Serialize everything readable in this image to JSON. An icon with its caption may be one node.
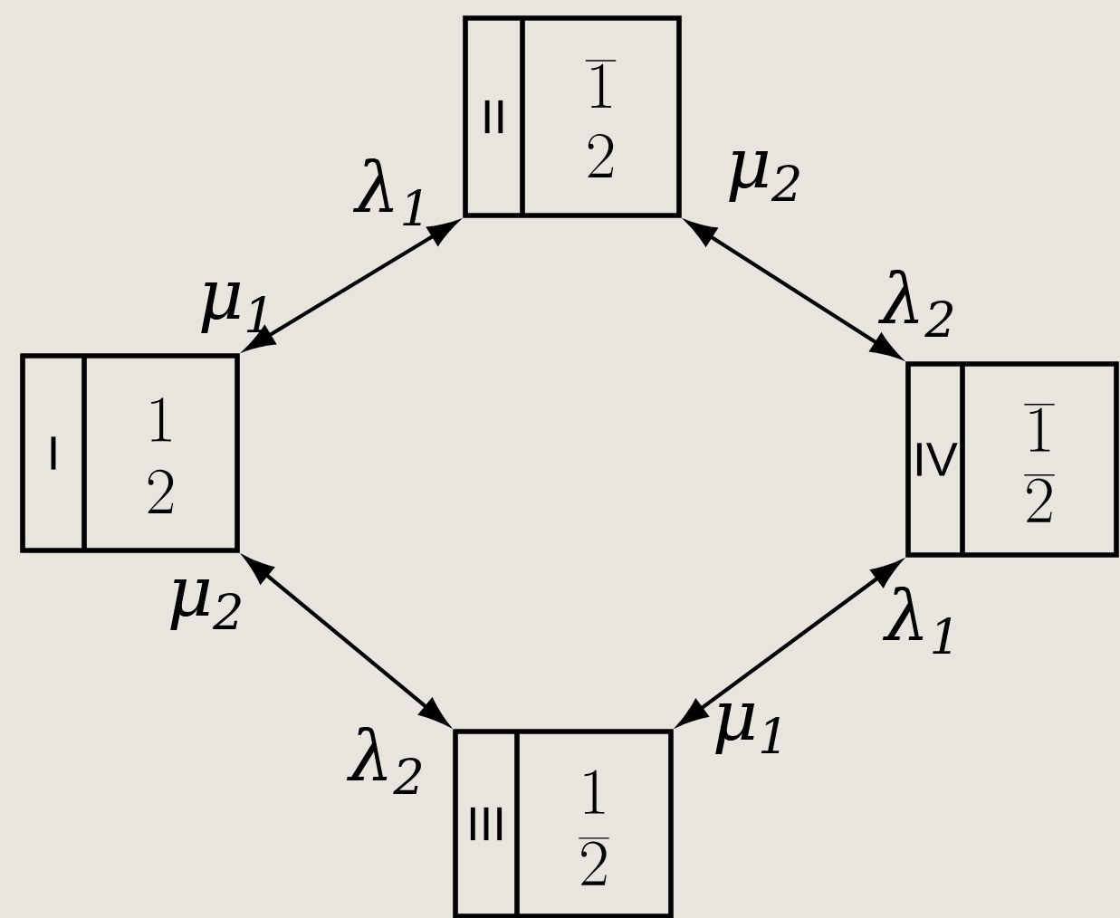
{
  "diagram": {
    "nodes": [
      {
        "text": [
          "II",
          "\\overline{1}",
          "2"
        ]
      },
      {
        "text": [
          "I",
          "1",
          "2"
        ]
      },
      {
        "text": [
          "IV",
          "\\overline{1}",
          "\\overline{2}"
        ]
      },
      {
        "text": [
          "III",
          "1",
          "\\overline{2}"
        ]
      }
    ],
    "edges": [
      {
        "from": 1,
        "to": 0,
        "arrow": "both"
      },
      {
        "from": 0,
        "to": 2,
        "arrow": "both"
      },
      {
        "from": 1,
        "to": 3,
        "arrow": "both"
      },
      {
        "from": 2,
        "to": 3,
        "arrow": "both"
      }
    ],
    "labels": [
      "λ$_{1}$",
      "μ$_{2}$",
      "μ$_{1}$",
      "λ$_{2}$",
      "μ$_{2}$",
      "λ$_{1}$",
      "μ$_{1}$",
      "λ$_{2}$"
    ]
  }
}
